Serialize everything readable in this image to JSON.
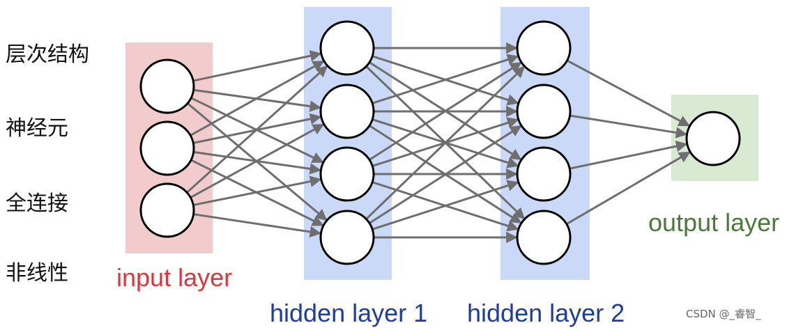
{
  "side_labels": {
    "hierarchy": "层次结构",
    "neuron": "神经元",
    "fully_connected": "全连接",
    "nonlinearity": "非线性"
  },
  "layers": {
    "input": {
      "label": "input layer",
      "color": "#d23a3f",
      "band_color": "#f2cccc",
      "nodes": 3
    },
    "hidden1": {
      "label": "hidden layer 1",
      "color": "#1d3e9a",
      "band_color": "#c9d9f7",
      "nodes": 4
    },
    "hidden2": {
      "label": "hidden layer 2",
      "color": "#1d3e9a",
      "band_color": "#c9d9f7",
      "nodes": 4
    },
    "output": {
      "label": "output layer",
      "color": "#4a7a3a",
      "band_color": "#d9ead3",
      "nodes": 1
    }
  },
  "edge_color": "#6e6e6e",
  "watermark": "CSDN @_睿智_"
}
